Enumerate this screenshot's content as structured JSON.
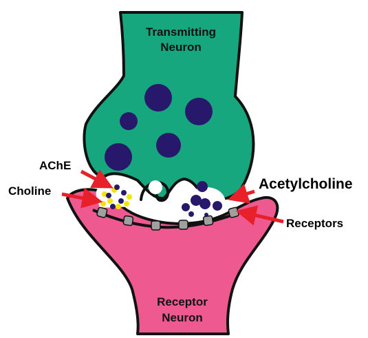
{
  "diagram": {
    "labels": {
      "transmitting_line1": "Transmitting",
      "transmitting_line2": "Neuron",
      "receptor_line1": "Receptor",
      "receptor_line2": "Neuron",
      "ache": "AChE",
      "choline": "Choline",
      "acetylcholine": "Acetylcholine",
      "receptors": "Receptors"
    },
    "colors": {
      "transmitting_neuron": "#17a77e",
      "receptor_neuron": "#ee5a90",
      "vesicle": "#28186b",
      "acetylcholine_molecule": "#28186b",
      "choline_molecule": "#f2e40a",
      "receptor": "#a0a0a0",
      "outline": "#111111",
      "arrow": "#e8202a"
    }
  }
}
